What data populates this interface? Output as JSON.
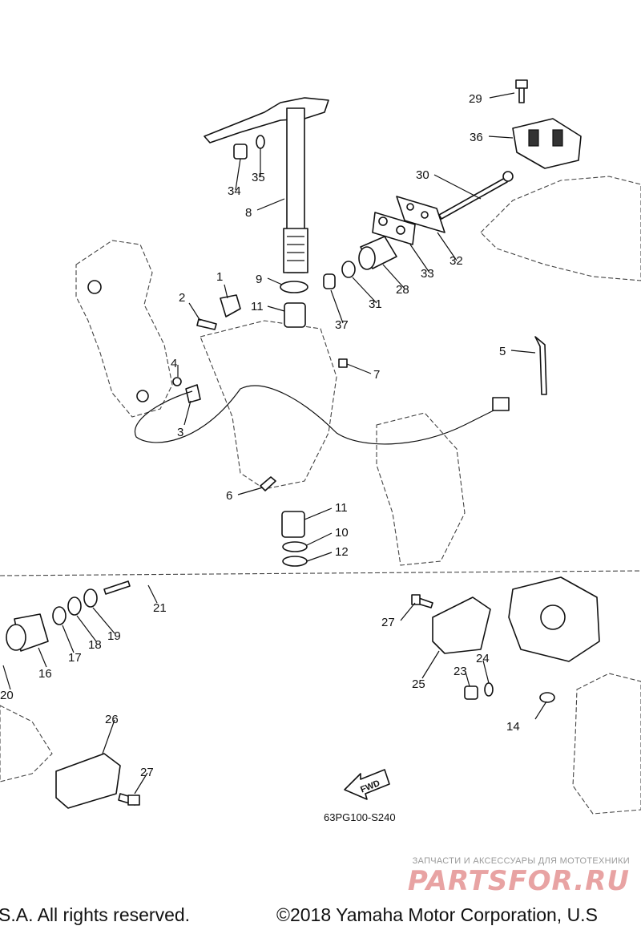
{
  "diagram": {
    "callouts": {
      "c1": "1",
      "c2": "2",
      "c3": "3",
      "c4": "4",
      "c5": "5",
      "c6": "6",
      "c7": "7",
      "c8": "8",
      "c9": "9",
      "c10": "10",
      "c11a": "11",
      "c11b": "11",
      "c12": "12",
      "c14": "14",
      "c16": "16",
      "c17": "17",
      "c18": "18",
      "c19": "19",
      "c20": "20",
      "c21": "21",
      "c23": "23",
      "c24": "24",
      "c25": "25",
      "c26": "26",
      "c27a": "27",
      "c27b": "27",
      "c28": "28",
      "c29": "29",
      "c30": "30",
      "c31": "31",
      "c32": "32",
      "c33": "33",
      "c34": "34",
      "c35": "35",
      "c36": "36",
      "c37": "37"
    },
    "fwd_label": "FWD",
    "diagram_code": "63PG100-S240"
  },
  "watermark": {
    "caption": "ЗАПЧАСТИ И АКСЕССУАРЫ ДЛЯ МОТОТЕХНИКИ",
    "logo_text": "PARTSFOR.RU"
  },
  "footer": {
    "copyright_left": "S.A. All rights reserved.",
    "copyright_right": "©2018 Yamaha Motor Corporation, U.S"
  }
}
